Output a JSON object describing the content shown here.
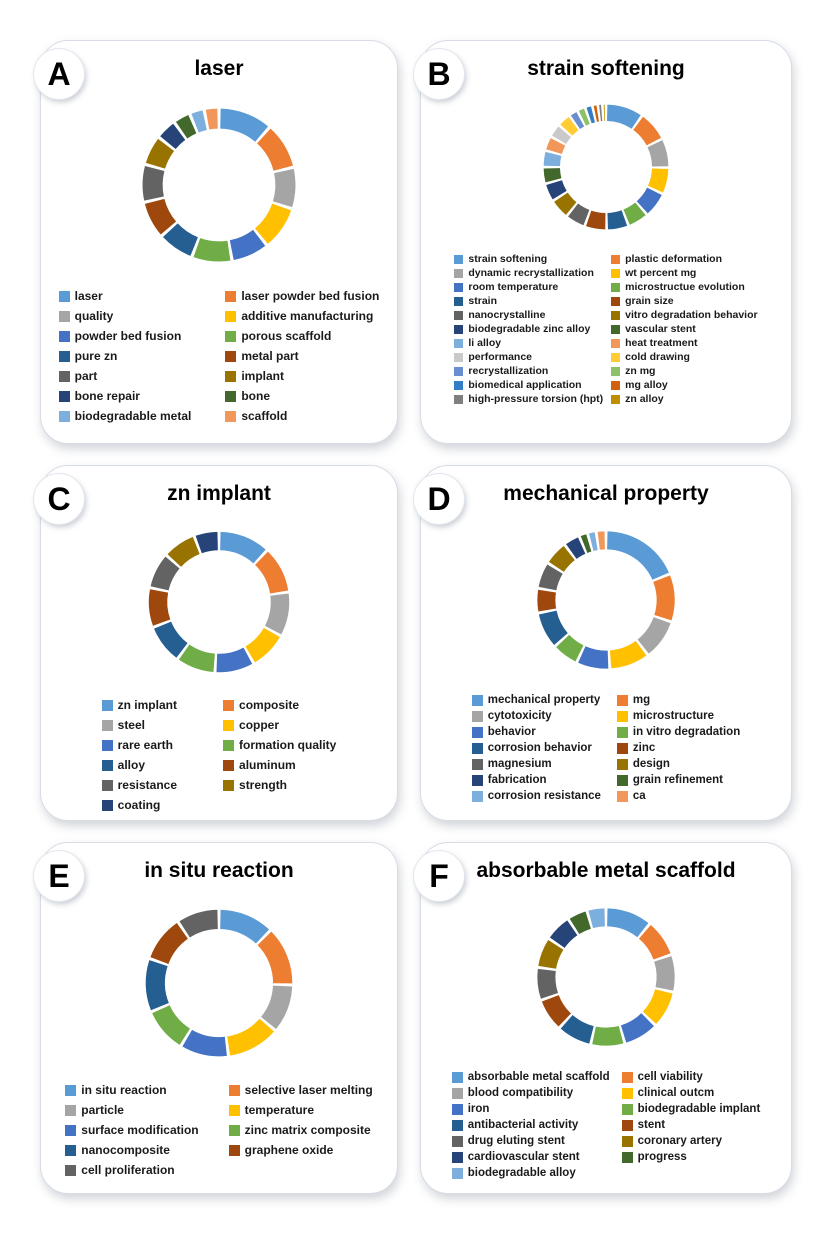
{
  "figure": {
    "background": "#ffffff",
    "panel_letters": [
      "A",
      "B",
      "C",
      "D",
      "E",
      "F"
    ]
  },
  "panels": [
    {
      "badge": "A"
    },
    {
      "badge": "B"
    },
    {
      "badge": "C"
    },
    {
      "badge": "D"
    },
    {
      "badge": "E"
    },
    {
      "badge": "F"
    }
  ],
  "chart_data": [
    {
      "type": "pie",
      "subtype": "donut",
      "title": "laser",
      "legend_position": "bottom",
      "legend_columns": 2,
      "grid": false,
      "series": [
        {
          "label": "laser",
          "value": 40,
          "color": "#5B9BD5"
        },
        {
          "label": "laser powder bed fusion",
          "value": 34,
          "color": "#ED7D31"
        },
        {
          "label": "quality",
          "value": 30,
          "color": "#A5A5A5"
        },
        {
          "label": "additive manufacturing",
          "value": 32,
          "color": "#FFC000"
        },
        {
          "label": "powder bed fusion",
          "value": 27,
          "color": "#4472C4"
        },
        {
          "label": "porous scaffold",
          "value": 29,
          "color": "#70AD47"
        },
        {
          "label": "pure zn",
          "value": 26,
          "color": "#255E91"
        },
        {
          "label": "metal part",
          "value": 27,
          "color": "#9E480E"
        },
        {
          "label": "part",
          "value": 27,
          "color": "#636363"
        },
        {
          "label": "implant",
          "value": 21,
          "color": "#997300"
        },
        {
          "label": "bone repair",
          "value": 14,
          "color": "#264478"
        },
        {
          "label": "bone",
          "value": 11,
          "color": "#43682B"
        },
        {
          "label": "biodegradable metal",
          "value": 9,
          "color": "#7CAFDD"
        },
        {
          "label": "scaffold",
          "value": 9,
          "color": "#F1975A"
        }
      ]
    },
    {
      "type": "pie",
      "subtype": "donut",
      "title": "strain softening",
      "legend_position": "bottom",
      "legend_columns": 2,
      "grid": false,
      "series": [
        {
          "label": "strain softening",
          "value": 38,
          "color": "#5B9BD5"
        },
        {
          "label": "plastic deformation",
          "value": 30,
          "color": "#ED7D31"
        },
        {
          "label": "dynamic recrystallization",
          "value": 29,
          "color": "#A5A5A5"
        },
        {
          "label": "wt percent mg",
          "value": 26,
          "color": "#FFC000"
        },
        {
          "label": "room temperature",
          "value": 25,
          "color": "#4472C4"
        },
        {
          "label": "microstructue evolution",
          "value": 20,
          "color": "#70AD47"
        },
        {
          "label": "strain",
          "value": 21,
          "color": "#255E91"
        },
        {
          "label": "grain size",
          "value": 21,
          "color": "#9E480E"
        },
        {
          "label": "nanocrystalline",
          "value": 19,
          "color": "#636363"
        },
        {
          "label": "vitro degradation behavior",
          "value": 19,
          "color": "#997300"
        },
        {
          "label": "biodegradable zinc alloy",
          "value": 17,
          "color": "#264478"
        },
        {
          "label": "vascular stent",
          "value": 15,
          "color": "#43682B"
        },
        {
          "label": "li alloy",
          "value": 15,
          "color": "#7CAFDD"
        },
        {
          "label": "heat treatment",
          "value": 13,
          "color": "#F1975A"
        },
        {
          "label": "performance",
          "value": 12,
          "color": "#C9C9C9"
        },
        {
          "label": "cold drawing",
          "value": 12,
          "color": "#FFCD33"
        },
        {
          "label": "recrystallization",
          "value": 7,
          "color": "#698ED0"
        },
        {
          "label": "zn mg",
          "value": 6,
          "color": "#8CC168"
        },
        {
          "label": "biomedical application",
          "value": 5,
          "color": "#327DC5"
        },
        {
          "label": "mg alloy",
          "value": 3,
          "color": "#D2600E"
        },
        {
          "label": "high-pressure torsion (hpt)",
          "value": 2,
          "color": "#7F7F7F"
        },
        {
          "label": "zn alloy",
          "value": 1,
          "color": "#BF8F00"
        }
      ]
    },
    {
      "type": "pie",
      "subtype": "donut",
      "title": "zn implant",
      "legend_position": "bottom",
      "legend_columns": 2,
      "grid": false,
      "series": [
        {
          "label": "zn implant",
          "value": 40,
          "color": "#5B9BD5"
        },
        {
          "label": "composite",
          "value": 36,
          "color": "#ED7D31"
        },
        {
          "label": "steel",
          "value": 34,
          "color": "#A5A5A5"
        },
        {
          "label": "copper",
          "value": 29,
          "color": "#FFC000"
        },
        {
          "label": "rare earth",
          "value": 30,
          "color": "#4472C4"
        },
        {
          "label": "formation quality",
          "value": 30,
          "color": "#70AD47"
        },
        {
          "label": "alloy",
          "value": 30,
          "color": "#255E91"
        },
        {
          "label": "aluminum",
          "value": 30,
          "color": "#9E480E"
        },
        {
          "label": "resistance",
          "value": 27,
          "color": "#636363"
        },
        {
          "label": "strength",
          "value": 25,
          "color": "#997300"
        },
        {
          "label": "coating",
          "value": 18,
          "color": "#264478"
        }
      ]
    },
    {
      "type": "pie",
      "subtype": "donut",
      "title": "mechanical property",
      "legend_position": "bottom",
      "legend_columns": 2,
      "grid": false,
      "series": [
        {
          "label": "mechanical property",
          "value": 68,
          "color": "#5B9BD5"
        },
        {
          "label": "mg",
          "value": 40,
          "color": "#ED7D31"
        },
        {
          "label": "cytotoxicity",
          "value": 33,
          "color": "#A5A5A5"
        },
        {
          "label": "microstructure",
          "value": 33,
          "color": "#FFC000"
        },
        {
          "label": "behavior",
          "value": 27,
          "color": "#4472C4"
        },
        {
          "label": "in vitro degradation",
          "value": 21,
          "color": "#70AD47"
        },
        {
          "label": "corrosion behavior",
          "value": 30,
          "color": "#255E91"
        },
        {
          "label": "zinc",
          "value": 19,
          "color": "#9E480E"
        },
        {
          "label": "magnesium",
          "value": 21,
          "color": "#636363"
        },
        {
          "label": "design",
          "value": 19,
          "color": "#997300"
        },
        {
          "label": "fabrication",
          "value": 12,
          "color": "#264478"
        },
        {
          "label": "grain refinement",
          "value": 5,
          "color": "#43682B"
        },
        {
          "label": "corrosion resistance",
          "value": 5,
          "color": "#7CAFDD"
        },
        {
          "label": "ca",
          "value": 6,
          "color": "#F1975A"
        }
      ]
    },
    {
      "type": "pie",
      "subtype": "donut",
      "title": "in situ reaction",
      "legend_position": "bottom",
      "legend_columns": 2,
      "grid": false,
      "series": [
        {
          "label": "in situ reaction",
          "value": 44,
          "color": "#5B9BD5"
        },
        {
          "label": "selective laser melting",
          "value": 47,
          "color": "#ED7D31"
        },
        {
          "label": "particle",
          "value": 38,
          "color": "#A5A5A5"
        },
        {
          "label": "temperature",
          "value": 42,
          "color": "#FFC000"
        },
        {
          "label": "surface modification",
          "value": 38,
          "color": "#4472C4"
        },
        {
          "label": "zinc matrix composite",
          "value": 35,
          "color": "#70AD47"
        },
        {
          "label": "nanocomposite",
          "value": 42,
          "color": "#255E91"
        },
        {
          "label": "graphene oxide",
          "value": 36,
          "color": "#9E480E"
        },
        {
          "label": "cell proliferation",
          "value": 33,
          "color": "#636363"
        }
      ]
    },
    {
      "type": "pie",
      "subtype": "donut",
      "title": "absorbable metal scaffold",
      "legend_position": "bottom",
      "legend_columns": 2,
      "grid": false,
      "series": [
        {
          "label": "absorbable metal scaffold",
          "value": 38,
          "color": "#5B9BD5"
        },
        {
          "label": "cell viability",
          "value": 30,
          "color": "#ED7D31"
        },
        {
          "label": "blood compatibility",
          "value": 30,
          "color": "#A5A5A5"
        },
        {
          "label": "clinical outcm",
          "value": 30,
          "color": "#FFC000"
        },
        {
          "label": "iron",
          "value": 28,
          "color": "#4472C4"
        },
        {
          "label": "biodegradable implant",
          "value": 27,
          "color": "#70AD47"
        },
        {
          "label": "antibacterial activity",
          "value": 28,
          "color": "#255E91"
        },
        {
          "label": "stent",
          "value": 26,
          "color": "#9E480E"
        },
        {
          "label": "drug eluting stent",
          "value": 26,
          "color": "#636363"
        },
        {
          "label": "coronary artery",
          "value": 24,
          "color": "#997300"
        },
        {
          "label": "cardiovascular stent",
          "value": 21,
          "color": "#264478"
        },
        {
          "label": "progress",
          "value": 15,
          "color": "#43682B"
        },
        {
          "label": "biodegradable alloy",
          "value": 14,
          "color": "#7CAFDD"
        }
      ]
    }
  ]
}
